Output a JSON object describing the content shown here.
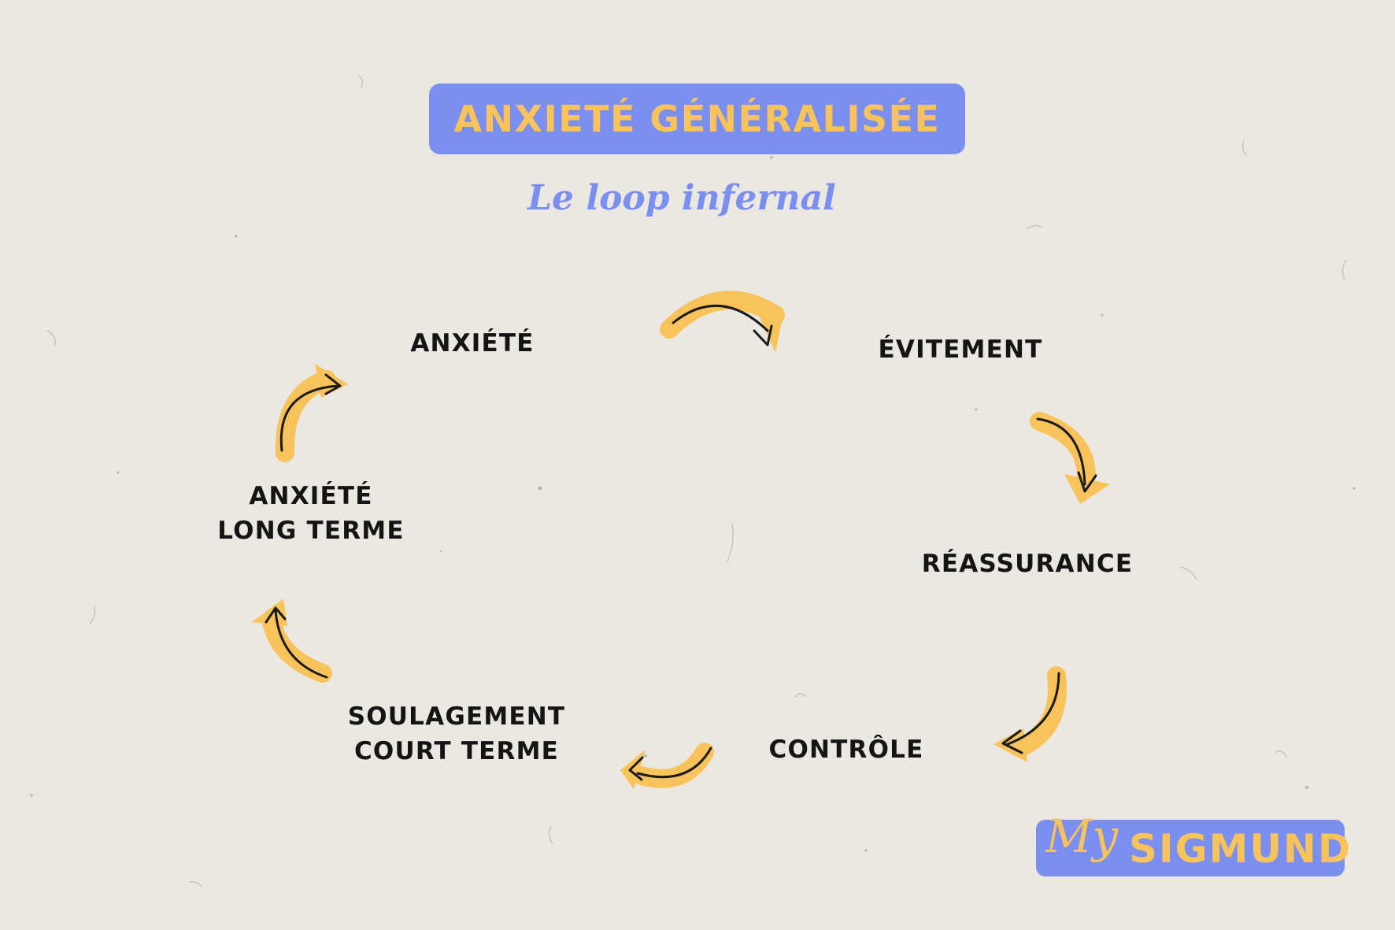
{
  "header": {
    "title": "Anxieté Généralisée",
    "subtitle": "Le loop infernal"
  },
  "cycle": {
    "nodes": [
      {
        "id": "anxiete",
        "lines": [
          "Anxiété"
        ]
      },
      {
        "id": "evitement",
        "lines": [
          "Évitement"
        ]
      },
      {
        "id": "reassurance",
        "lines": [
          "Réassurance"
        ]
      },
      {
        "id": "controle",
        "lines": [
          "Contrôle"
        ]
      },
      {
        "id": "soulagement",
        "lines": [
          "Soulagement",
          "court terme"
        ]
      },
      {
        "id": "anxiete-long-terme",
        "lines": [
          "Anxiété",
          "long terme"
        ]
      }
    ],
    "arrow_count": 6
  },
  "logo": {
    "script": "My",
    "word": "Sigmund"
  },
  "colors": {
    "background": "#ebe8e2",
    "accent_blue": "#7b8ff0",
    "accent_yellow": "#f7c35a",
    "text": "#141414",
    "arrow_stroke": "#1a1a1a"
  }
}
